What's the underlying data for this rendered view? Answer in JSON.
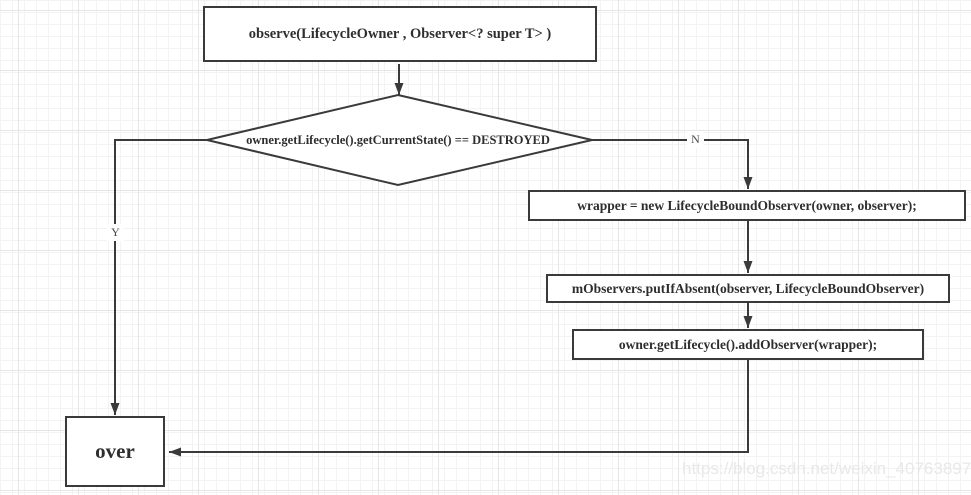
{
  "colors": {
    "line": "#3a3a3a",
    "text": "#2e2e2e",
    "node_bg": "#ffffff",
    "grid_minor": "#f3f3f3",
    "grid_major": "#e6e6e6",
    "watermark": "#e8e8e8"
  },
  "flowchart": {
    "nodes": {
      "observe": "observe(LifecycleOwner , Observer<? super T> )",
      "decision": "owner.getLifecycle().getCurrentState() == DESTROYED",
      "wrapper": "wrapper = new LifecycleBoundObserver(owner, observer);",
      "put_if_absent": "mObservers.putIfAbsent(observer, LifecycleBoundObserver)",
      "add_observer": "owner.getLifecycle().addObserver(wrapper);",
      "over": "over"
    },
    "branch_labels": {
      "yes": "Y",
      "no": "N"
    }
  },
  "watermark": "https://blog.csdn.net/weixin_40763897"
}
